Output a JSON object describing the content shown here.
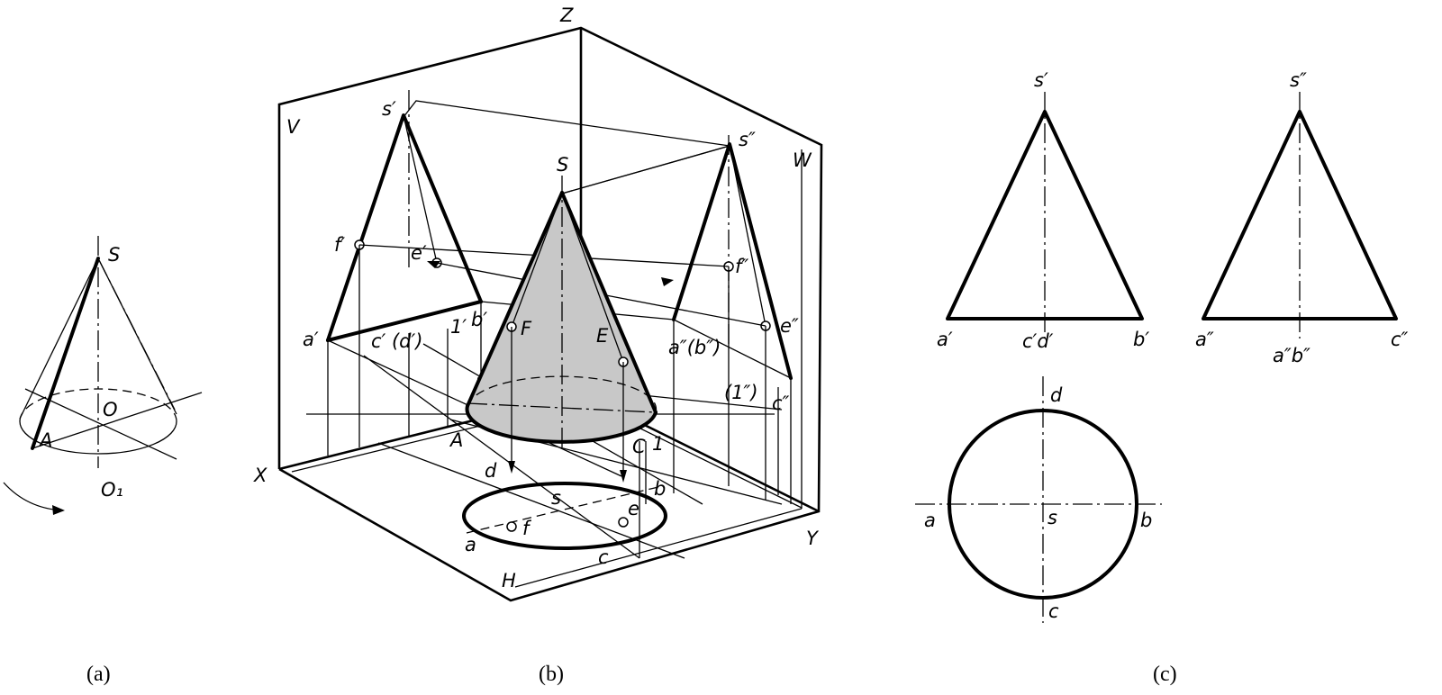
{
  "captions": {
    "a": "(a)",
    "b": "(b)",
    "c": "(c)"
  },
  "fig_a": {
    "S": "S",
    "O": "O",
    "A": "A",
    "O1": "O₁"
  },
  "fig_b": {
    "Z": "Z",
    "X": "X",
    "Y": "Y",
    "V": "V",
    "W": "W",
    "H": "H",
    "S": "S",
    "s1": "s′",
    "s2": "s″",
    "f1": "f′",
    "e1": "e′",
    "f2": "f″",
    "e2": "e″",
    "a1": "a′",
    "cd1": "c′ (d′)",
    "one1": "1′",
    "b1": "b′",
    "F": "F",
    "E": "E",
    "A": "A",
    "C": "C",
    "one": "1",
    "ab2": "a″(b″)",
    "one2": "(1″)",
    "c2": "c″",
    "d": "d",
    "s": "s",
    "b": "b",
    "f": "f",
    "e": "e",
    "a": "a",
    "c": "c"
  },
  "fig_c": {
    "s1": "s′",
    "a1": "a′",
    "cd1": "c′d′",
    "b1": "b′",
    "s2": "s″",
    "a2": "a″",
    "ab2": "a″b″",
    "c2": "c″",
    "d": "d",
    "a": "a",
    "s": "s",
    "b": "b",
    "c": "c"
  }
}
